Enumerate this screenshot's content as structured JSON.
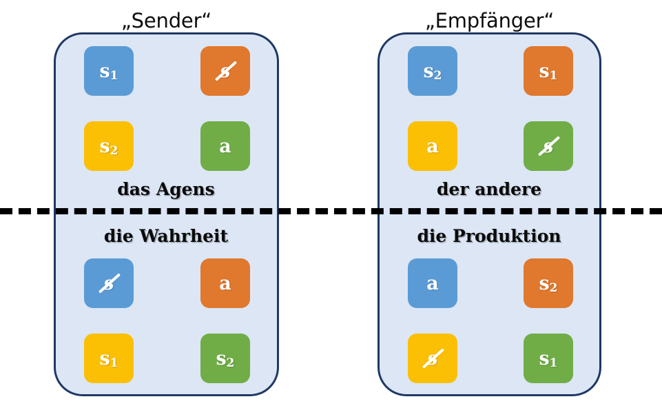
{
  "diagram": {
    "title_left": "„Sender“",
    "title_right": "„Empfänger“",
    "colors": {
      "panel_fill": "#dce6f5",
      "panel_border": "#1f3864",
      "blue": "#5b9bd5",
      "orange": "#e0782d",
      "yellow": "#fbbf04",
      "green": "#70ad47",
      "divider": "#000000",
      "background": "#ffffff"
    },
    "divider": {
      "style": "dashed",
      "label": "horizontal-dashed-divider"
    },
    "panels": [
      {
        "id": "sender",
        "title": "„Sender“",
        "upper_labels": {
          "line1": "das Agens"
        },
        "lower_labels": {
          "line1": "die Wahrheit"
        },
        "tiles_upper": [
          {
            "color": "blue",
            "text": "s",
            "sub": "1",
            "slashed": false
          },
          {
            "color": "orange",
            "text": "s",
            "sub": "",
            "slashed": true
          },
          {
            "color": "yellow",
            "text": "s",
            "sub": "2",
            "slashed": false
          },
          {
            "color": "green",
            "text": "a",
            "sub": "",
            "slashed": false
          }
        ],
        "tiles_lower": [
          {
            "color": "blue",
            "text": "s",
            "sub": "",
            "slashed": true
          },
          {
            "color": "orange",
            "text": "a",
            "sub": "",
            "slashed": false
          },
          {
            "color": "yellow",
            "text": "s",
            "sub": "1",
            "slashed": false
          },
          {
            "color": "green",
            "text": "s",
            "sub": "2",
            "slashed": false
          }
        ]
      },
      {
        "id": "empfaenger",
        "title": "„Empfänger“",
        "upper_labels": {
          "line1": "der andere"
        },
        "lower_labels": {
          "line1": "die Produktion"
        },
        "tiles_upper": [
          {
            "color": "blue",
            "text": "s",
            "sub": "2",
            "slashed": false
          },
          {
            "color": "orange",
            "text": "s",
            "sub": "1",
            "slashed": false
          },
          {
            "color": "yellow",
            "text": "a",
            "sub": "",
            "slashed": false
          },
          {
            "color": "green",
            "text": "s",
            "sub": "",
            "slashed": true
          }
        ],
        "tiles_lower": [
          {
            "color": "blue",
            "text": "a",
            "sub": "",
            "slashed": false
          },
          {
            "color": "orange",
            "text": "s",
            "sub": "2",
            "slashed": false
          },
          {
            "color": "yellow",
            "text": "s",
            "sub": "",
            "slashed": true
          },
          {
            "color": "green",
            "text": "s",
            "sub": "1",
            "slashed": false
          }
        ]
      }
    ]
  }
}
